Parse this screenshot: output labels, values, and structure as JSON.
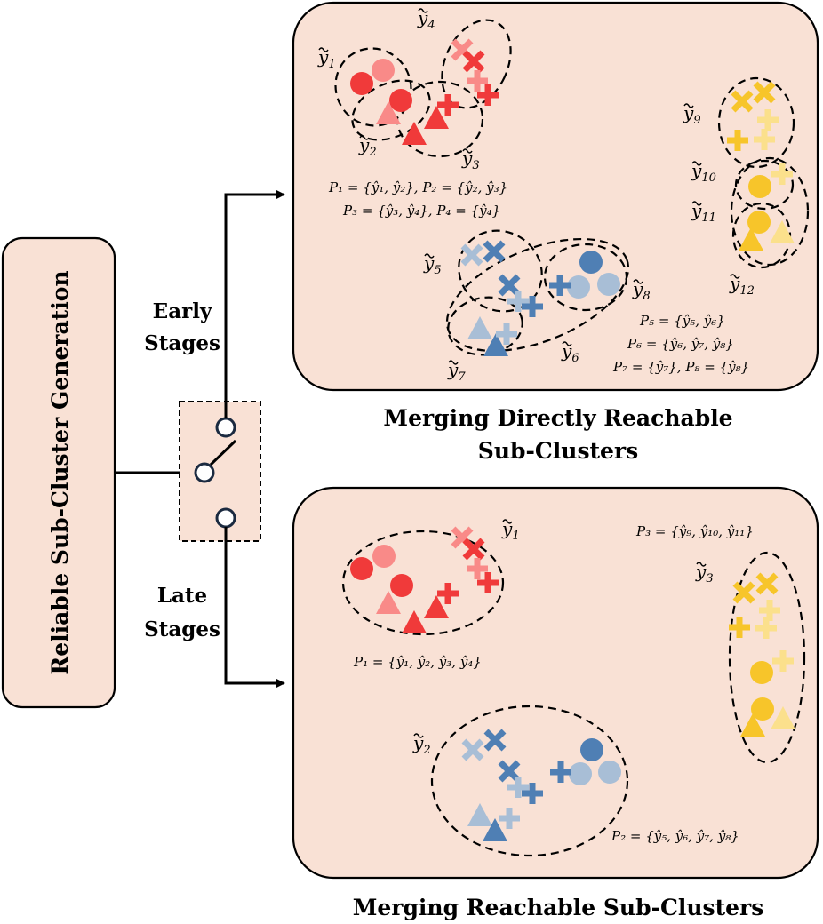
{
  "left_box": {
    "label": "Reliable Sub-Cluster Generation"
  },
  "switch": {
    "early_line1": "Early",
    "early_line2": "Stages",
    "late_line1": "Late",
    "late_line2": "Stages"
  },
  "top_panel": {
    "caption_line1": "Merging Directly Reachable",
    "caption_line2": "Sub-Clusters",
    "labels": {
      "y1": "1",
      "y2": "2",
      "y3": "3",
      "y4": "4",
      "y5": "5",
      "y6": "6",
      "y7": "7",
      "y8": "8",
      "y9": "9",
      "y10": "10",
      "y11": "11",
      "y12": "12"
    },
    "label_base": "y",
    "formulas": [
      "P₁ = {ŷ₁, ŷ₂}, P₂ = {ŷ₂, ŷ₃}",
      "P₃ = {ŷ₃, ŷ₄}, P₄ = {ŷ₄}",
      "P₅ = {ŷ₅, ŷ₆}",
      "P₆ = {ŷ₆, ŷ₇, ŷ₈}",
      "P₇ = {ŷ₇}, P₈ = {ŷ₈}"
    ]
  },
  "bottom_panel": {
    "caption": "Merging Reachable Sub-Clusters",
    "labels": {
      "y1": "1",
      "y2": "2",
      "y3": "3"
    },
    "formulas": [
      "P₁ = {ŷ₁, ŷ₂, ŷ₃, ŷ₄}",
      "P₂ = {ŷ₅, ŷ₆, ŷ₇, ŷ₈}",
      "P₃ = {ŷ₉, ŷ₁₀, ŷ₁₁}"
    ]
  },
  "colors": {
    "panel_fill": "#f9e1d5",
    "red": "#f03a3a",
    "red_light": "#f98a88",
    "blue": "#4f7fb4",
    "blue_light": "#a8bed6",
    "yellow": "#f7c52a",
    "yellow_light": "#fbe08c"
  },
  "marker_icons": [
    "circle-icon",
    "triangle-icon",
    "cross-x-icon",
    "plus-icon"
  ]
}
